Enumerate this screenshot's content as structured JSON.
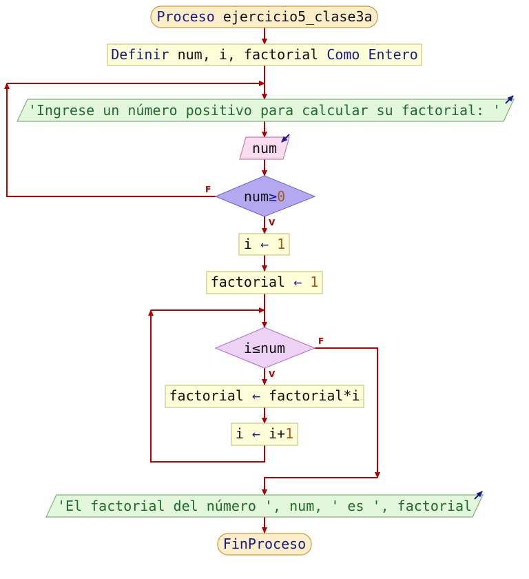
{
  "flowchart": {
    "start": {
      "keyword": "Proceso",
      "name": "ejercicio5_clase3a"
    },
    "define": {
      "keyword1": "Definir",
      "vars": " num, i, factorial ",
      "keyword2": "Como Entero"
    },
    "prompt": {
      "text": "'Ingrese un número positivo para calcular su factorial: '"
    },
    "read": {
      "var": "num"
    },
    "cond1": {
      "left": "num",
      "op": "≥",
      "right": "0",
      "yes": "V",
      "no": "F"
    },
    "assign_i": {
      "var": "i",
      "arrow": "←",
      "value": "1"
    },
    "assign_fact": {
      "var": "factorial",
      "arrow": "←",
      "value": "1"
    },
    "cond2": {
      "text": "i≤num",
      "yes": "V",
      "no": "F"
    },
    "loop_body1": {
      "var": "factorial",
      "arrow": "←",
      "expr": "factorial*i"
    },
    "loop_body2": {
      "var": "i",
      "arrow": "←",
      "expr_a": "i+",
      "expr_b": "1"
    },
    "output": {
      "text": "'El factorial del número ', num, ' es ', factorial"
    },
    "end": {
      "keyword": "FinProceso"
    }
  },
  "colors": {
    "edge": "#b40000",
    "terminal_fill": "#fbeec9",
    "process_fill": "#fdfdd8",
    "io_out_fill": "#e3f7dd",
    "io_in_fill": "#f9dcef",
    "cond1_fill": "#b4a8f0",
    "cond2_fill": "#eed2f5"
  }
}
